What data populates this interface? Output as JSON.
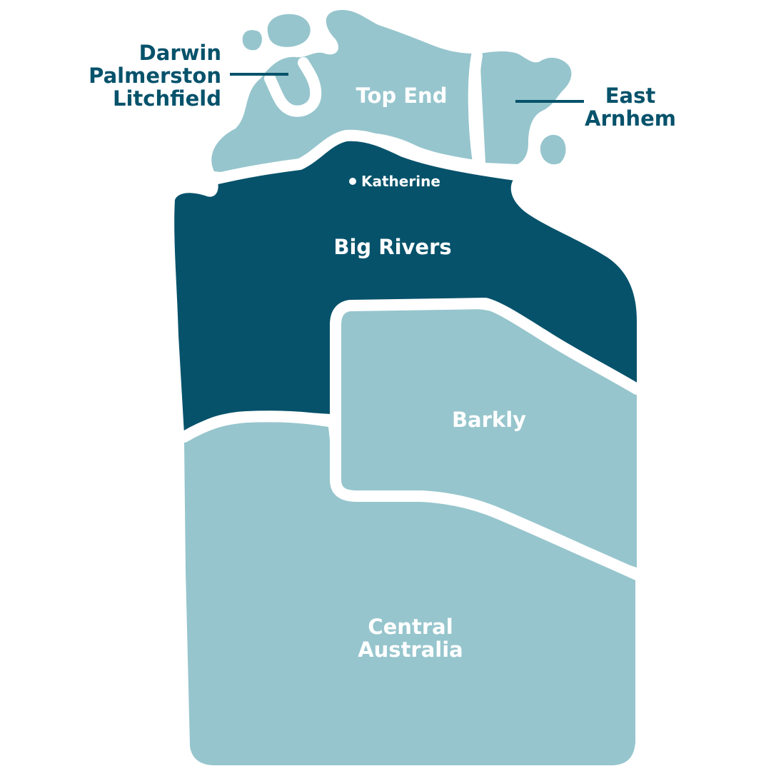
{
  "colors": {
    "region_light": "#96c5cd",
    "region_dark": "#06526b",
    "border": "#ffffff",
    "label_dark": "#06526b",
    "label_light": "#ffffff",
    "background": "#ffffff"
  },
  "regions": {
    "darwin": {
      "lines": [
        "Darwin",
        "Palmerston",
        "Litchfield"
      ]
    },
    "top_end": {
      "label": "Top End"
    },
    "east_arnhem": {
      "lines": [
        "East",
        "Arnhem"
      ]
    },
    "big_rivers": {
      "label": "Big Rivers"
    },
    "barkly": {
      "label": "Barkly"
    },
    "central_australia": {
      "lines": [
        "Central",
        "Australia"
      ]
    }
  },
  "places": {
    "katherine": {
      "label": "Katherine"
    }
  }
}
